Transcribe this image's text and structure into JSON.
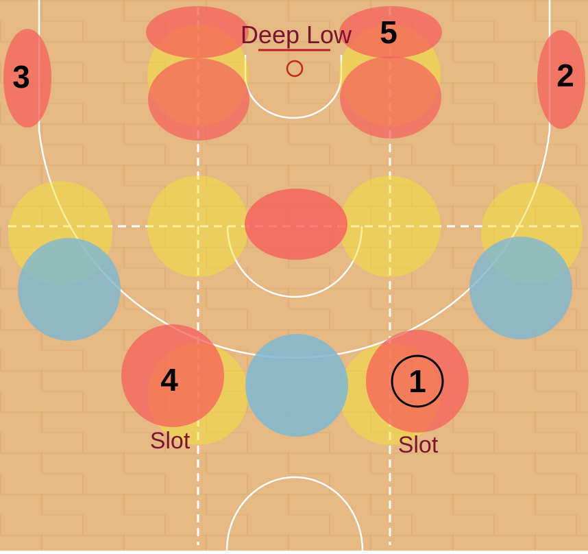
{
  "colors": {
    "wood": "#e6b883",
    "wood_dark": "#d9a66c",
    "line": "#ffffff",
    "red": "#f4605b",
    "yellow": "#f3e23a",
    "blue": "#7cb8d2",
    "label": "#7a1430",
    "rim": "#c0281e",
    "number": "#000000"
  },
  "labels": {
    "deep_low": "Deep Low",
    "slot_left": "Slot",
    "slot_right": "Slot"
  },
  "players": {
    "p1": "1",
    "p2": "2",
    "p3": "3",
    "p4": "4",
    "p5": "5"
  },
  "icons": {
    "rim": "basket-rim-icon",
    "ball_handler": "circled-player-icon"
  }
}
